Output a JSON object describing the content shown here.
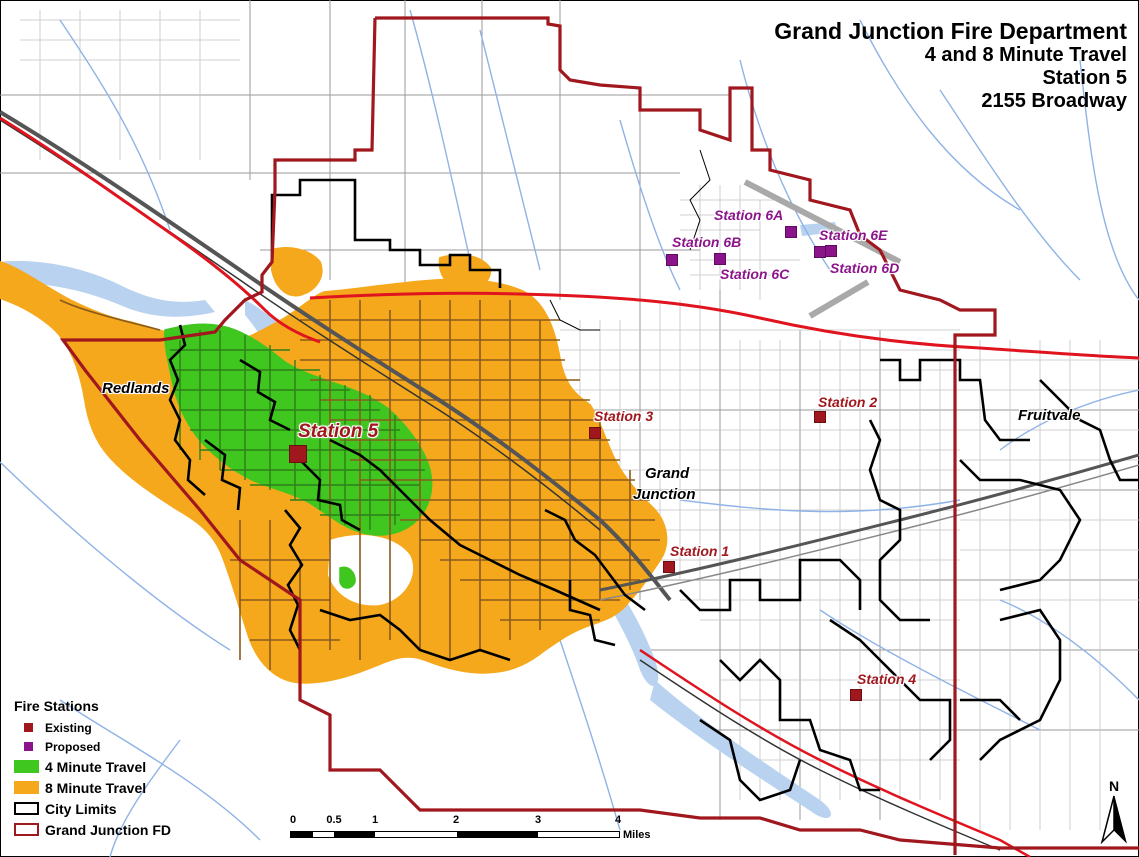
{
  "title": {
    "line1": "Grand Junction Fire Department",
    "line2": "4 and 8 Minute Travel",
    "line3": "Station 5",
    "line4": "2155 Broadway"
  },
  "places": {
    "redlands": "Redlands",
    "grand": "Grand",
    "junction": "Junction",
    "fruitvale": "Fruitvale"
  },
  "stations": {
    "station5": "Station 5",
    "station3": "Station 3",
    "station2": "Station 2",
    "station1": "Station 1",
    "station4": "Station 4",
    "station6a": "Station 6A",
    "station6b": "Station 6B",
    "station6c": "Station 6C",
    "station6d": "Station 6D",
    "station6e": "Station 6E"
  },
  "legend": {
    "title": "Fire Stations",
    "existing": "Existing",
    "proposed": "Proposed",
    "travel4": "4 Minute Travel",
    "travel8": "8 Minute Travel",
    "city_limits": "City Limits",
    "fd": "Grand Junction FD"
  },
  "scale": {
    "ticks": [
      "0",
      "0.5",
      "1",
      "2",
      "3",
      "4"
    ],
    "units": "Miles"
  },
  "north": "N",
  "colors": {
    "existing": "#a0171d",
    "proposed": "#8b148b",
    "travel4": "#3fc61f",
    "travel8": "#f5a81c",
    "city_limits": "#000000",
    "fd_boundary": "#a0171d",
    "water": "#b8d2f0",
    "roads_red": "#e0141e"
  }
}
